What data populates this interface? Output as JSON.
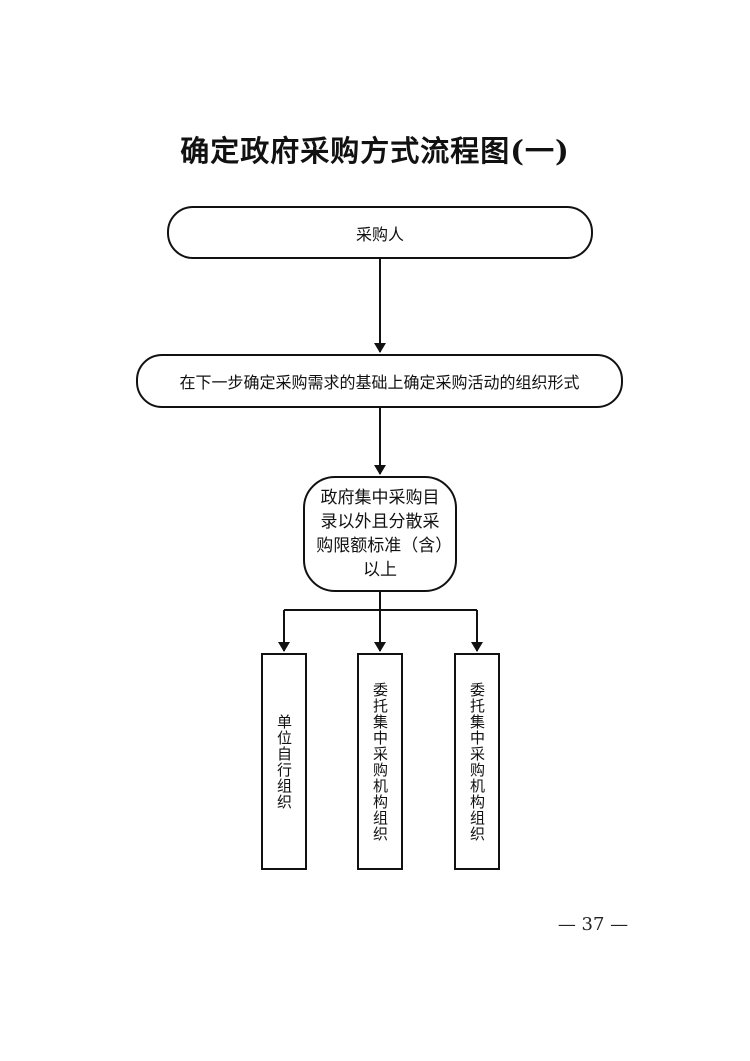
{
  "title": "确定政府采购方式流程图(一)",
  "nodes": {
    "purchaser": "采购人",
    "determine_form": "在下一步确定采购需求的基础上确定采购活动的组织形式",
    "threshold": "政府集中采购目录以外且分散采购限额标准（含）以上",
    "self_organized": "单位自行组织",
    "entrusted_a": "委托集中采购机构组织",
    "entrusted_b": "委托集中采购机构组织"
  },
  "page_number": "— 37 —"
}
